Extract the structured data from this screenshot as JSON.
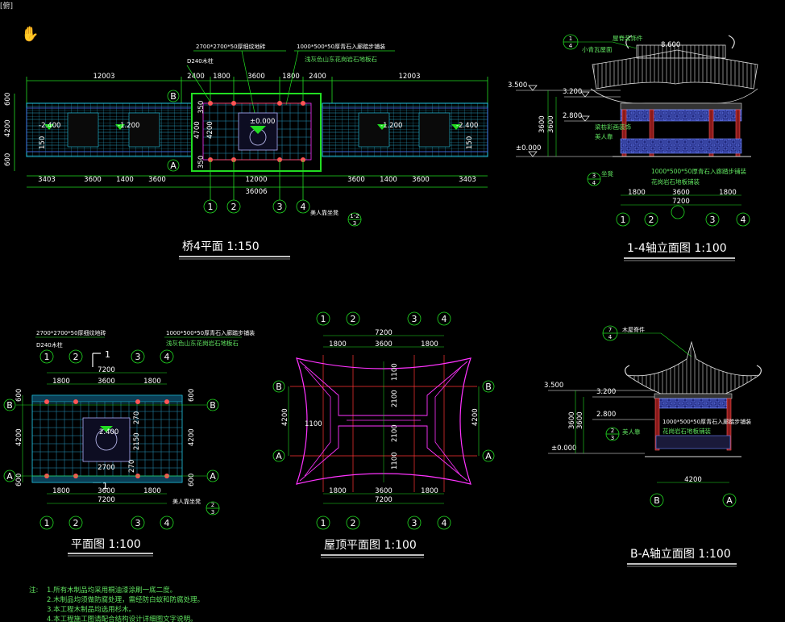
{
  "window": {
    "corner_label": "[俯]"
  },
  "tool": {
    "icon": "hand-pan-icon"
  },
  "colors": {
    "bg": "#000000",
    "green": "#22dd22",
    "cyan": "#22c8e6",
    "magenta": "#ff33ff",
    "red": "#ff3333",
    "blue": "#4a6cf0",
    "white": "#ffffff"
  },
  "views": {
    "plan4": {
      "title": "桥4平面 1:150",
      "top_dims": [
        "12003",
        "2400",
        "1800",
        "3600",
        "1800",
        "2400",
        "12003"
      ],
      "bottom_dims": [
        "3403",
        "3600",
        "1400",
        "3600",
        "12000",
        "3600",
        "1400",
        "3600",
        "3403"
      ],
      "total": "36006",
      "left_dims": [
        "600",
        "4200",
        "600"
      ],
      "inner_dims": [
        "4700",
        "4200",
        "350",
        "350"
      ],
      "levels": [
        "-2.400",
        "-1.200",
        "±0.000",
        "-1.200",
        "-2.400"
      ],
      "side_dims": [
        "150",
        "150"
      ],
      "notes": [
        "2700*2700*50厚细纹地砖",
        "D240木柱",
        "1000*500*50厚青石入廊踏步铺装",
        "浅灰色山东花岗岩石地板石"
      ],
      "axes": [
        "1",
        "2",
        "3",
        "4",
        "B",
        "A"
      ],
      "callout": "美人靠坐凳",
      "callout_ref": [
        "1-2",
        "3"
      ]
    },
    "elev14": {
      "title": "1-4轴立面图 1:100",
      "ref": [
        "1",
        "4"
      ],
      "levels": [
        "8.600",
        "3.500",
        "3.200",
        "2.800",
        "±0.000"
      ],
      "dims": [
        "3600",
        "3600",
        "1800",
        "3600",
        "1800",
        "7200"
      ],
      "notes": [
        "屋脊装饰件",
        "小青瓦屋面",
        "梁枋彩画装饰",
        "美人靠",
        "1000*500*50厚青石入廊踏步铺装",
        "花岗岩石地板铺装",
        "坐凳"
      ],
      "ref_bottom": [
        "3",
        "4"
      ],
      "axes": [
        "1",
        "2",
        "3",
        "4"
      ]
    },
    "plan": {
      "title": "平面图 1:100",
      "notes": [
        "2700*2700*50厚细纹地砖",
        "D240木柱",
        "1000*500*50厚青石入廊踏步铺装",
        "浅灰色山东花岗岩石地板石"
      ],
      "top_dims": [
        "7200",
        "1800",
        "3600",
        "1800"
      ],
      "bottom_dims": [
        "1800",
        "3600",
        "1800",
        "7200"
      ],
      "side_dims": [
        "600",
        "4200",
        "600"
      ],
      "inner_dims": [
        "2700",
        "2150",
        "270",
        "270"
      ],
      "level": "2.400",
      "axes": [
        "1",
        "2",
        "3",
        "4",
        "B",
        "A"
      ],
      "section_marks": [
        "1",
        "1"
      ],
      "callout": "美人靠坐凳",
      "callout_ref": [
        "2",
        "3"
      ]
    },
    "roof": {
      "title": "屋顶平面图 1:100",
      "top_dims": [
        "7200",
        "1800",
        "3600",
        "1800"
      ],
      "bottom_dims": [
        "1800",
        "3600",
        "1800",
        "7200"
      ],
      "side_dims": [
        "4200",
        "4200"
      ],
      "inner_dims": [
        "1100",
        "2100",
        "2100",
        "1100",
        "1100"
      ],
      "axes": [
        "1",
        "2",
        "3",
        "4",
        "B",
        "A"
      ]
    },
    "elevBA": {
      "title": "B-A轴立面图 1:100",
      "ref": [
        "7",
        "4"
      ],
      "levels": [
        "3.500",
        "3.200",
        "2.800",
        "±0.000"
      ],
      "dims": [
        "3600",
        "3600",
        "4200"
      ],
      "notes": [
        "木屋脊件",
        "美人靠",
        "1000*500*50厚青石入廊踏步铺装",
        "花岗岩石地板铺装"
      ],
      "ref_side": [
        "2",
        "3"
      ],
      "axes": [
        "B",
        "A"
      ]
    }
  },
  "notes": {
    "label": "注:",
    "lines": [
      "1.所有木制品均采用桐油漆涂刷一底二度。",
      "2.木制品均须做防腐处理，需经防白蚁和防腐处理。",
      "3.本工程木制品均选用杉木。",
      "4.本工程施工图请配合结构设计详细图文字说明。"
    ]
  }
}
